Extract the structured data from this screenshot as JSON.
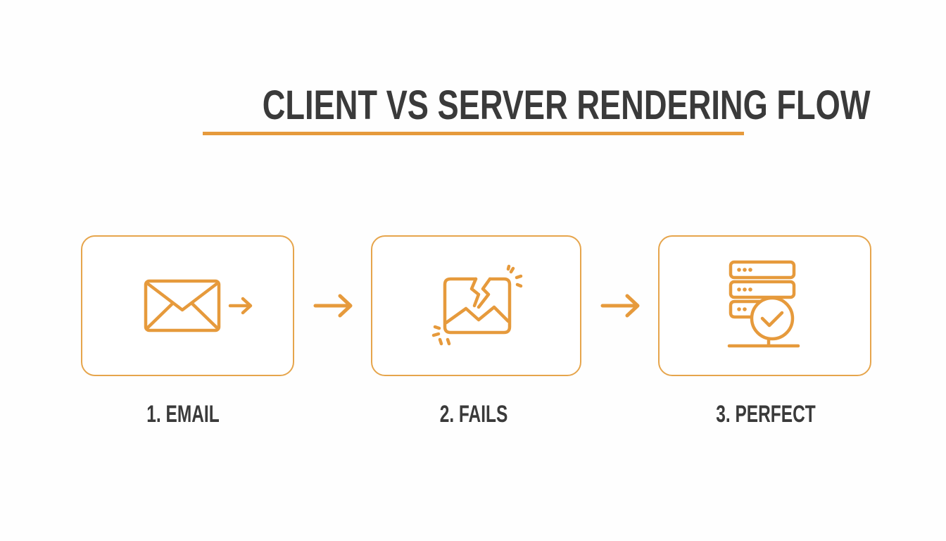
{
  "title": "CLIENT VS SERVER RENDERING FLOW",
  "colors": {
    "accent": "#e69a3c",
    "text": "#3a3a3a",
    "background": "#fefefe"
  },
  "steps": [
    {
      "label": "1. EMAIL",
      "icon": "envelope-send-icon"
    },
    {
      "label": "2. FAILS",
      "icon": "broken-image-icon"
    },
    {
      "label": "3. PERFECT",
      "icon": "server-check-icon"
    }
  ],
  "connectors": [
    "arrow-right-icon",
    "arrow-right-icon"
  ]
}
